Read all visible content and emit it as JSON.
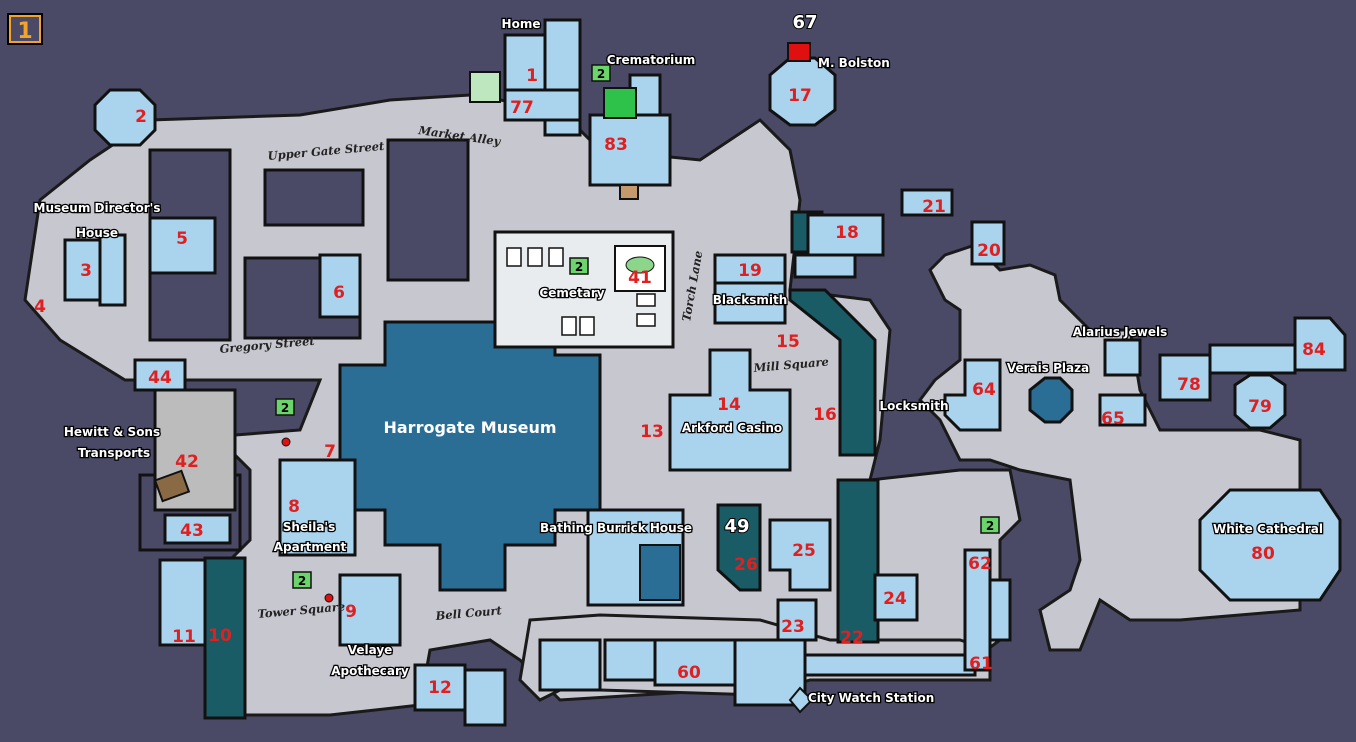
{
  "map": {
    "level_badge": "1",
    "districts": {
      "museum": "Harrogate Museum",
      "cemetary": "Cemetary",
      "bathing_house": "Bathing Burrick House",
      "white_cathedral": "White Cathedral",
      "city_watch": "City Watch Station"
    },
    "labels": {
      "home": "Home",
      "crematorium": "Crematorium",
      "m_bolston": "M. Bolston",
      "museum_director": "Museum Director's",
      "museum_director_house": "House",
      "hewitt": "Hewitt & Sons",
      "hewitt_transports": "Transports",
      "sheilas": "Sheila's",
      "sheilas_apartment": "Apartment",
      "velaye": "Velaye",
      "velaye_apothecary": "Apothecary",
      "blacksmith": "Blacksmith",
      "arkford_casino": "Arkford Casino",
      "locksmith": "Locksmith",
      "alarius_jewels": "Alarius Jewels"
    },
    "streets": {
      "market_alley": "Market Alley",
      "upper_gate_street": "Upper Gate Street",
      "gregory_street": "Gregory Street",
      "torch_lane": "Torch Lane",
      "mill_square": "Mill Square",
      "verais_plaza": "Verais Plaza",
      "tower_square": "Tower Square",
      "bell_court": "Bell Court"
    },
    "level_markers": [
      "2",
      "2",
      "2",
      "2",
      "2"
    ],
    "room_numbers": [
      "1",
      "2",
      "3",
      "4",
      "5",
      "6",
      "7",
      "8",
      "9",
      "10",
      "11",
      "12",
      "13",
      "14",
      "15",
      "16",
      "17",
      "18",
      "19",
      "20",
      "21",
      "22",
      "23",
      "24",
      "25",
      "26",
      "41",
      "42",
      "43",
      "44",
      "49",
      "60",
      "61",
      "62",
      "64",
      "65",
      "67",
      "77",
      "78",
      "79",
      "80",
      "83",
      "84"
    ],
    "colors": {
      "background": "#4a4a66",
      "street": "#c7c7cf",
      "room": "#aad4ee",
      "museum": "#2a6e96",
      "water": "#1a5c66",
      "number": "#e02020",
      "door": "#22cc22"
    }
  }
}
